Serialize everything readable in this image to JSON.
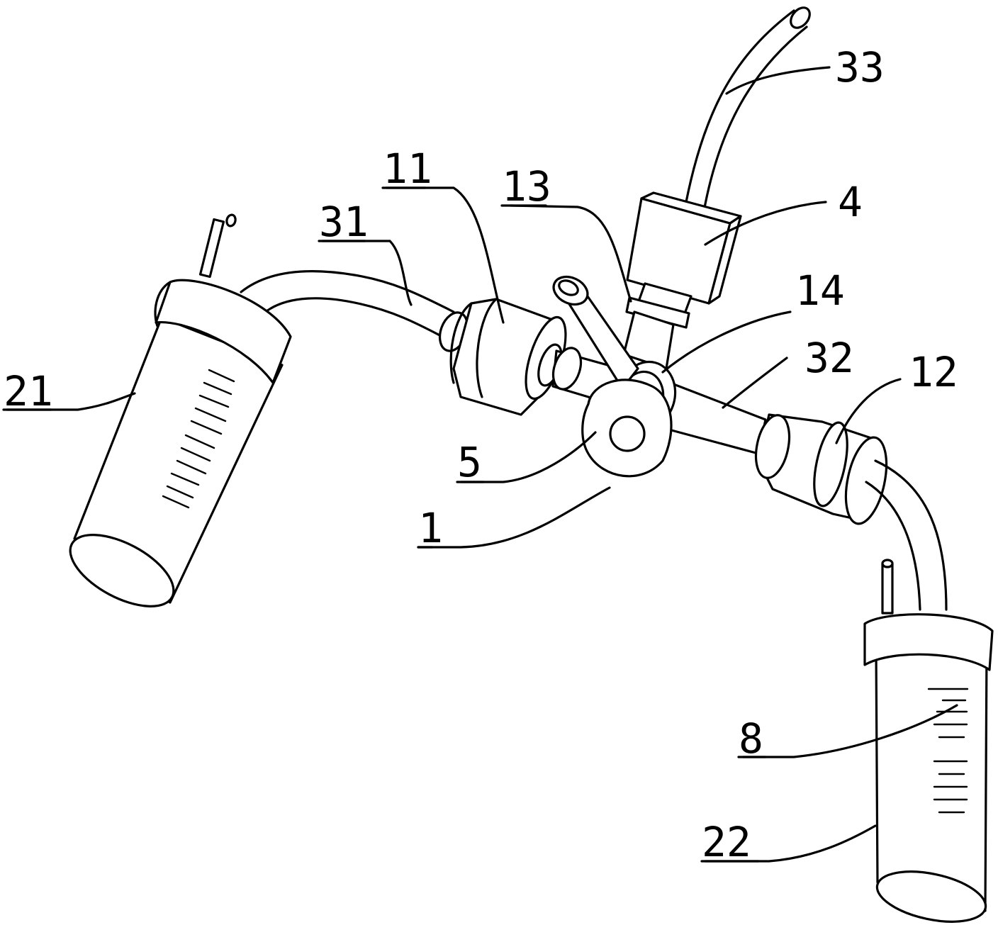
{
  "labels": {
    "l33": "33",
    "l4": "4",
    "l13": "13",
    "l11": "11",
    "l31": "31",
    "l14": "14",
    "l32": "32",
    "l12": "12",
    "l21": "21",
    "l5": "5",
    "l1": "1",
    "l8": "8",
    "l22": "22"
  }
}
